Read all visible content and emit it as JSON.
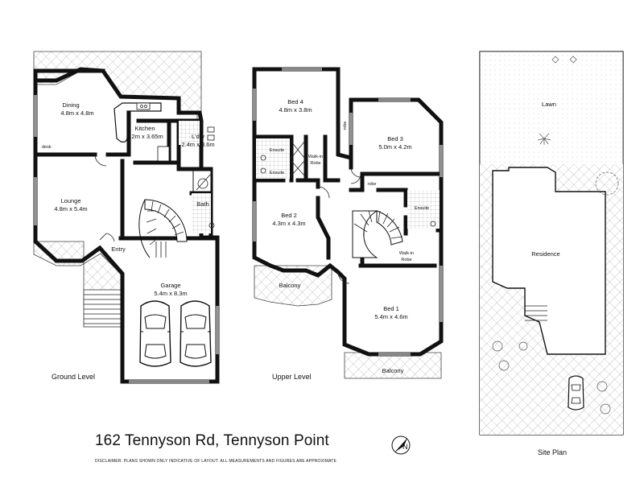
{
  "address": "162 Tennyson Rd, Tennyson Point",
  "disclaimer": "DISCLAIMER: PLANS SHOWN ONLY INDICATIVE OF LAYOUT. ALL MEASUREMENTS AND FIGURES ARE APPROXIMATE",
  "levels": {
    "ground": "Ground Level",
    "upper": "Upper Level",
    "site": "Site Plan"
  },
  "ground_rooms": {
    "dining": {
      "name": "Dining",
      "dims": "4.8m x 4.8m"
    },
    "kitchen": {
      "name": "Kitchen",
      "dims": "3.2m x 3.65m"
    },
    "laundry": {
      "name": "L'dry",
      "dims": "2.4m x 3.6m"
    },
    "lounge": {
      "name": "Lounge",
      "dims": "4.8m x 5.4m"
    },
    "bath": {
      "name": "Bath"
    },
    "entry": {
      "name": "Entry"
    },
    "garage": {
      "name": "Garage",
      "dims": "5.4m x 8.3m"
    },
    "desk": "desk"
  },
  "upper_rooms": {
    "bed4": {
      "name": "Bed 4",
      "dims": "4.8m x 3.8m"
    },
    "bed3": {
      "name": "Bed 3",
      "dims": "5.0m x 4.2m"
    },
    "bed2": {
      "name": "Bed 2",
      "dims": "4.3m x 4.3m"
    },
    "bed1": {
      "name": "Bed 1",
      "dims": "5.4m x 4.6m"
    },
    "ensuite_a": "Ensuite",
    "ensuite_b": "Ensuite",
    "ensuite_c": "Ensuite",
    "walkin_a_line1": "Walk-in",
    "walkin_a_line2": "Robe",
    "walkin_b_line1": "Walk-in",
    "walkin_b_line2": "Robe",
    "robe": "robe",
    "robe_vertical": "robe",
    "balcony_a": "Balcony",
    "balcony_b": "Balcony"
  },
  "site_plan": {
    "lawn": "Lawn",
    "residence": "Residence"
  },
  "compass_letter": "N"
}
